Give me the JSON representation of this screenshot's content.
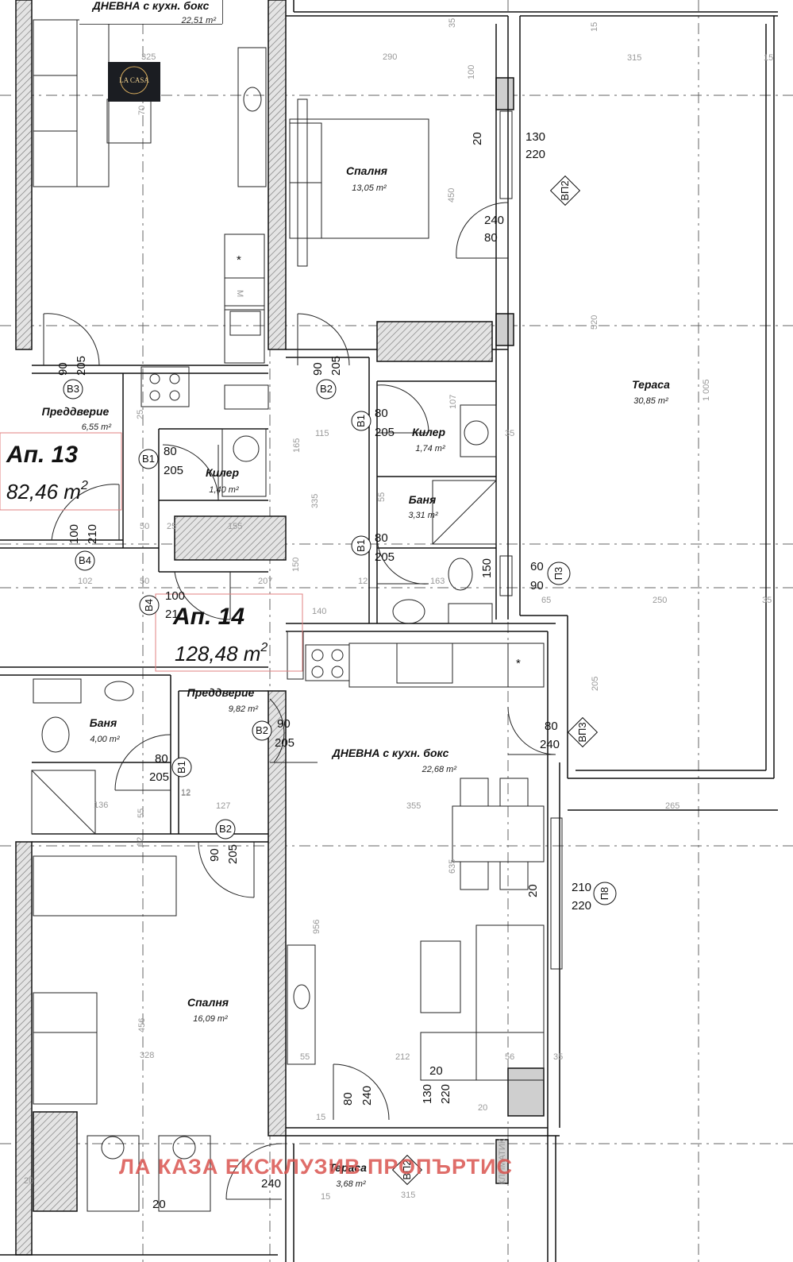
{
  "logo": {
    "text": "LA CASA",
    "bg": "#1b1d22",
    "accent": "#d4a95c"
  },
  "watermark": {
    "text": "ЛА КАЗА ЕКСКЛУЗИВ ПРОПЪРТИС",
    "color": "#d9534f"
  },
  "apartments": [
    {
      "name": "Ап. 13",
      "area": "82,46 m",
      "sup": "2"
    },
    {
      "name": "Ап. 14",
      "area": "128,48 m",
      "sup": "2"
    }
  ],
  "rooms": {
    "top_living": {
      "name": "ДНЕВНА с кухн. бокс",
      "area": "22,51 m²"
    },
    "bedroom_top": {
      "name": "Спалня",
      "area": "13,05 m²"
    },
    "terrace_big": {
      "name": "Тераса",
      "area": "30,85 m²"
    },
    "hall_13": {
      "name": "Преддверие",
      "area": "6,55 m²"
    },
    "closet_13": {
      "name": "Килер",
      "area": "1,40 m²"
    },
    "closet_14": {
      "name": "Килер",
      "area": "1,74 m²"
    },
    "bath_top": {
      "name": "Баня",
      "area": "3,31 m²"
    },
    "hall_14": {
      "name": "Преддверие",
      "area": "9,82 m²"
    },
    "bath_left": {
      "name": "Баня",
      "area": "4,00 m²"
    },
    "living_14": {
      "name": "ДНЕВНА с кухн. бокс",
      "area": "22,68 m²"
    },
    "bedroom_bottom": {
      "name": "Спалня",
      "area": "16,09 m²"
    },
    "terrace_small": {
      "name": "Тераса",
      "area": "3,68 m²"
    }
  },
  "door_tags": [
    "В3",
    "В2",
    "В1",
    "В1",
    "В1",
    "В4",
    "В4",
    "В2",
    "В1",
    "В2",
    "В1"
  ],
  "window_tags": [
    "ВП2",
    "П3",
    "ВП3",
    "П8",
    "ВП2"
  ],
  "star_marks": [
    "*",
    "*"
  ],
  "labels_15px": [
    "130",
    "220",
    "20",
    "240",
    "80",
    "90",
    "205",
    "90",
    "205",
    "80",
    "205",
    "80",
    "205",
    "100",
    "210",
    "100",
    "21",
    "80",
    "205",
    "60",
    "90",
    "150",
    "80",
    "240",
    "90",
    "205",
    "80",
    "205",
    "90",
    "205",
    "20",
    "210",
    "220",
    "80",
    "240",
    "20",
    "130",
    "220",
    "240",
    "20"
  ],
  "dims_small": [
    "325",
    "35",
    "290",
    "15",
    "315",
    "15",
    "100",
    "70",
    "450",
    "520",
    "1 005",
    "25",
    "115",
    "35",
    "107",
    "50",
    "155",
    "102",
    "50",
    "25",
    "55",
    "165",
    "335",
    "207",
    "150",
    "140",
    "12",
    "163",
    "65",
    "250",
    "35",
    "205",
    "12",
    "136",
    "55",
    "127",
    "12",
    "355",
    "265",
    "635",
    "956",
    "55",
    "212",
    "56",
    "35",
    "328",
    "456",
    "15",
    "15",
    "315",
    "20",
    "20",
    "12"
  ],
  "misc": {
    "microwave": "M",
    "brand_strip": "КЛИМАТИК"
  }
}
